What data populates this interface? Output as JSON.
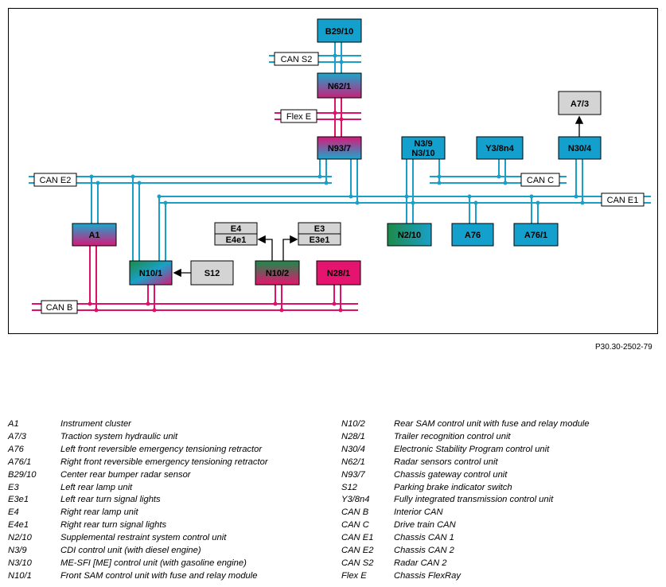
{
  "diagram": {
    "ref_code": "P30.30-2502-79",
    "nodes": {
      "b29_10": "B29/10",
      "n62_1": "N62/1",
      "n93_7": "N93/7",
      "n3_9": "N3/9",
      "n3_10": "N3/10",
      "y3_8n4": "Y3/8n4",
      "n30_4": "N30/4",
      "a7_3": "A7/3",
      "a1": "A1",
      "n2_10": "N2/10",
      "a76": "A76",
      "a76_1": "A76/1",
      "n10_1": "N10/1",
      "s12": "S12",
      "n10_2": "N10/2",
      "n28_1": "N28/1",
      "e4": "E4",
      "e4e1": "E4e1",
      "e3": "E3",
      "e3e1": "E3e1"
    },
    "buses": {
      "can_s2": "CAN S2",
      "flex_e": "Flex E",
      "can_e2": "CAN E2",
      "can_c": "CAN C",
      "can_e1": "CAN E1",
      "can_b": "CAN B"
    },
    "colors": {
      "can_line": "#1aa0c8",
      "can_b_line": "#e0106a",
      "box_blue": "#14a0cc",
      "box_grey": "#d4d4d4",
      "box_magenta": "#e5146e",
      "box_green": "#1c8a4a"
    }
  },
  "legend": {
    "left": [
      {
        "code": "A1",
        "text": "Instrument cluster"
      },
      {
        "code": "A7/3",
        "text": "Traction system hydraulic unit"
      },
      {
        "code": "A76",
        "text": "Left front reversible emergency tensioning retractor"
      },
      {
        "code": "A76/1",
        "text": "Right front reversible emergency tensioning retractor"
      },
      {
        "code": "B29/10",
        "text": "Center rear bumper radar sensor"
      },
      {
        "code": "E3",
        "text": "Left rear lamp unit"
      },
      {
        "code": "E3e1",
        "text": "Left rear turn signal lights"
      },
      {
        "code": "E4",
        "text": "Right rear lamp unit"
      },
      {
        "code": "E4e1",
        "text": "Right rear turn signal lights"
      },
      {
        "code": "N2/10",
        "text": "Supplemental restraint system control unit"
      },
      {
        "code": "N3/9",
        "text": "CDI control unit (with diesel engine)"
      },
      {
        "code": "N3/10",
        "text": "ME-SFI [ME] control unit (with gasoline engine)"
      },
      {
        "code": "N10/1",
        "text": "Front SAM control unit with fuse and relay module"
      }
    ],
    "right": [
      {
        "code": "N10/2",
        "text": "Rear SAM control unit with fuse and relay module"
      },
      {
        "code": "N28/1",
        "text": "Trailer recognition control unit"
      },
      {
        "code": "N30/4",
        "text": "Electronic Stability Program control unit"
      },
      {
        "code": "N62/1",
        "text": "Radar sensors control unit"
      },
      {
        "code": "N93/7",
        "text": "Chassis gateway control unit"
      },
      {
        "code": "S12",
        "text": "Parking brake indicator switch"
      },
      {
        "code": "Y3/8n4",
        "text": "Fully integrated transmission control unit"
      },
      {
        "code": "CAN B",
        "text": "Interior CAN"
      },
      {
        "code": "CAN C",
        "text": "Drive train CAN"
      },
      {
        "code": "CAN E1",
        "text": "Chassis CAN 1"
      },
      {
        "code": "CAN E2",
        "text": "Chassis CAN 2"
      },
      {
        "code": "CAN S2",
        "text": "Radar CAN 2"
      },
      {
        "code": "Flex E",
        "text": "Chassis FlexRay"
      }
    ]
  }
}
